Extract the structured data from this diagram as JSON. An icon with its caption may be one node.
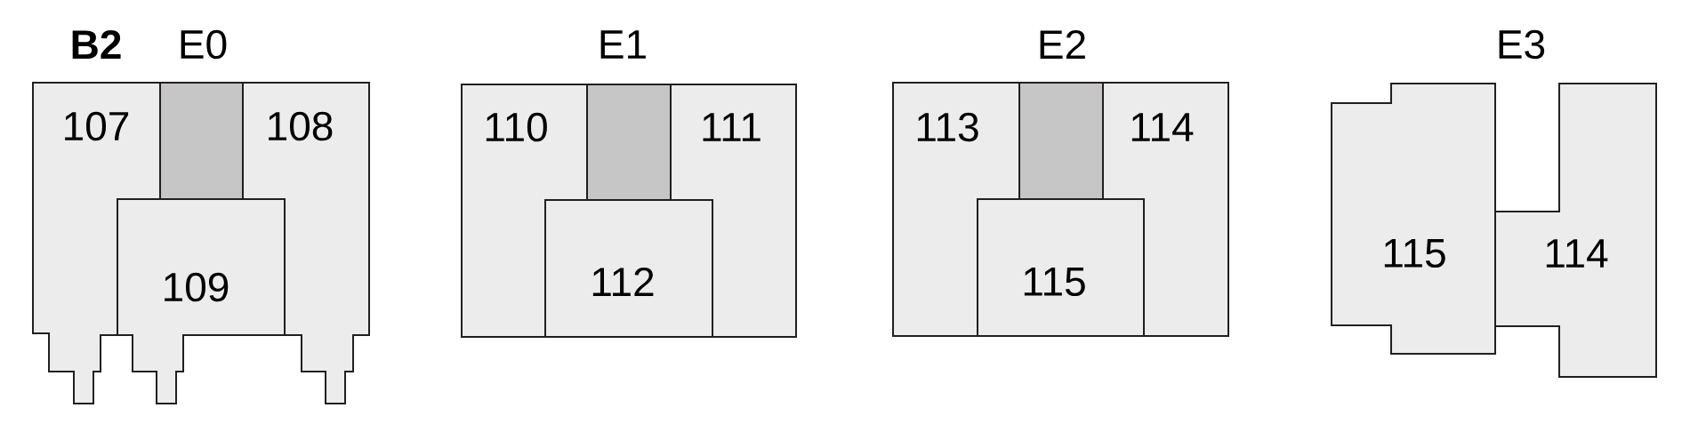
{
  "diagram": {
    "nodes": [
      {
        "text": [
          "107"
        ]
      },
      {
        "text": [],
        "shape": "box"
      },
      {
        "text": [
          "108"
        ]
      },
      {
        "text": [
          "109"
        ]
      },
      {
        "text": [
          "110"
        ]
      },
      {
        "text": [],
        "shape": "box"
      },
      {
        "text": [
          "111"
        ]
      },
      {
        "text": [
          "112"
        ]
      },
      {
        "text": [
          "113"
        ]
      },
      {
        "text": [],
        "shape": "box"
      },
      {
        "text": [
          "114"
        ]
      },
      {
        "text": [
          "115"
        ]
      },
      {
        "text": [
          "115"
        ]
      },
      {
        "text": [
          "114"
        ]
      }
    ],
    "labels": [
      "B2",
      "E0",
      "E1",
      "E2",
      "E3"
    ]
  }
}
